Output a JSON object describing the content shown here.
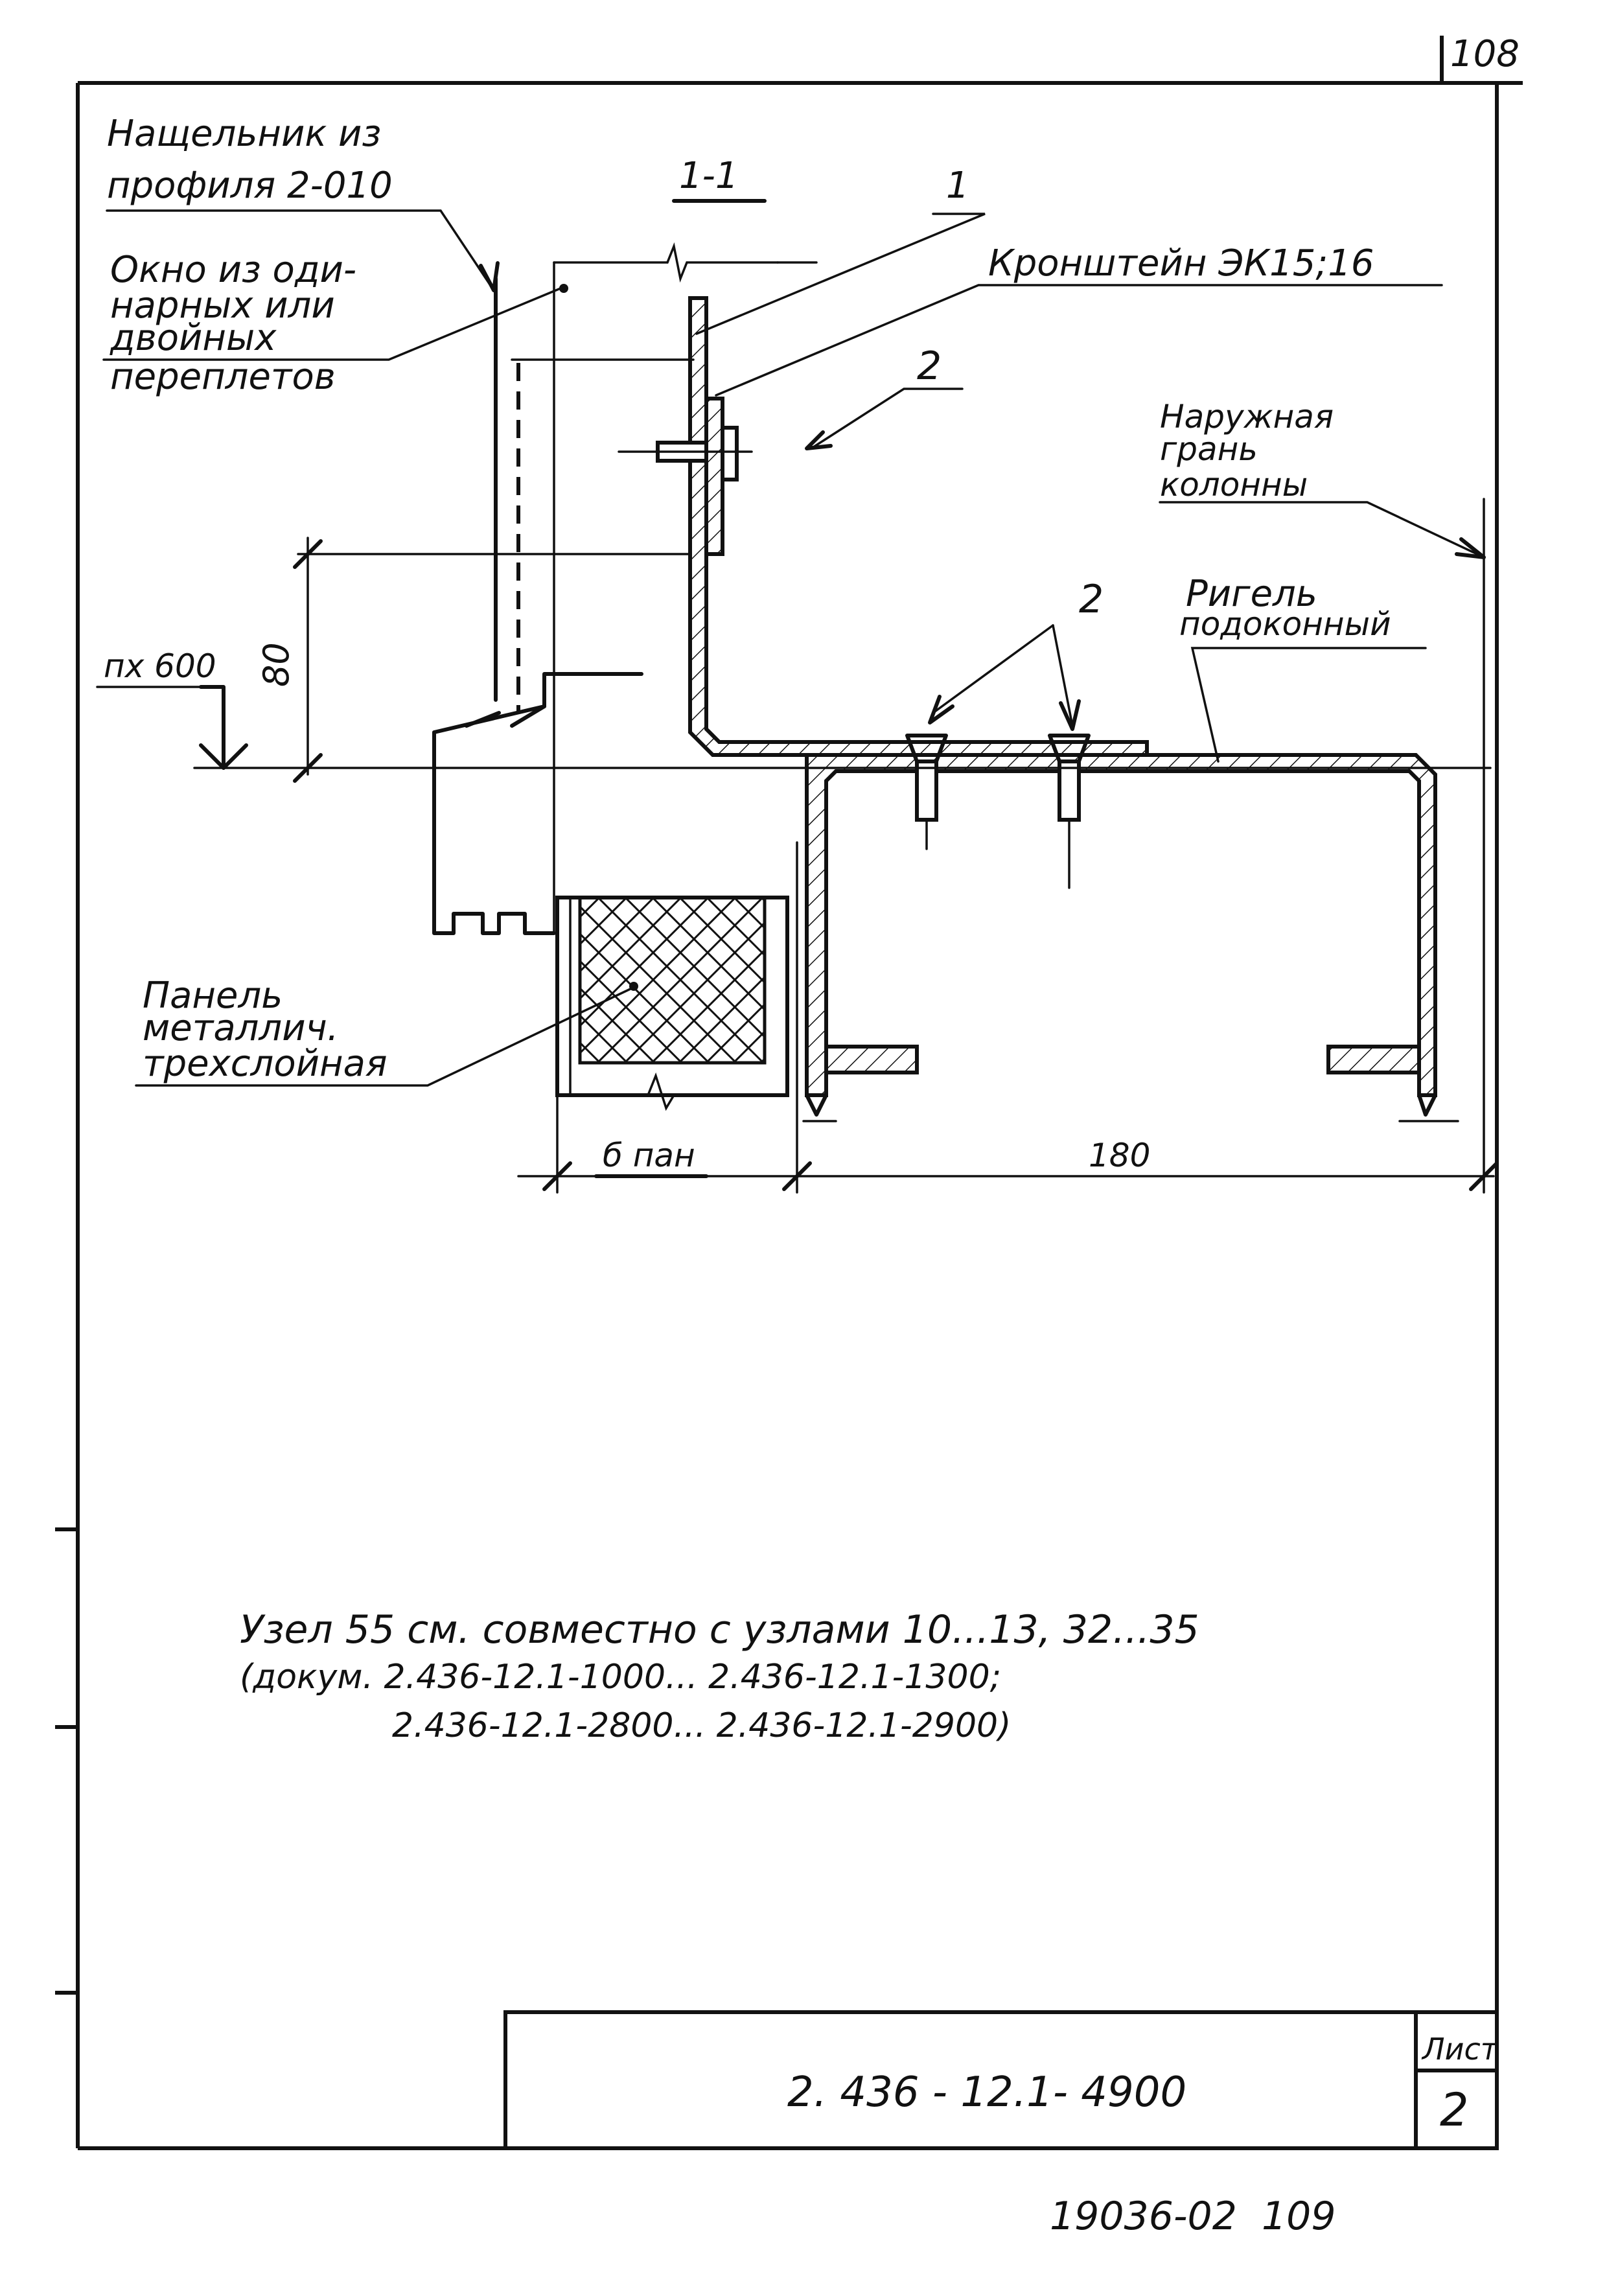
{
  "sheet_page_number": "108",
  "section_label": "1-1",
  "callouts": {
    "naschelnik_line1": "Нащельник из",
    "naschelnik_line2": "профиля 2-010",
    "okno_line1": "Окно из оди-",
    "okno_line2": "нарных или",
    "okno_line3": "двойных",
    "okno_line4": "переплетов",
    "item_1": "1",
    "bracket": "Кронштейн ЭК15;16",
    "item_2_top": "2",
    "outer_face_line1": "Наружная",
    "outer_face_line2": "грань",
    "outer_face_line3": "колонны",
    "item_2_bolts": "2",
    "girder_line1": "Ригель",
    "girder_line2": "подоконный",
    "level_mark": "пх 600",
    "panel_line1": "Панель",
    "panel_line2": "металлич.",
    "panel_line3": "трехслойная"
  },
  "dimensions": {
    "vertical_80": "80",
    "panel_width": "б пан",
    "girder_width": "180"
  },
  "note": {
    "line1": "Узел 55 см. совместно с узлами 10...13, 32...35",
    "line2": "(докум. 2.436-12.1-1000... 2.436-12.1-1300;",
    "line3": "2.436-12.1-2800... 2.436-12.1-2900)"
  },
  "title_block": {
    "document_code": "2. 436 - 12.1- 4900",
    "sheet_label": "Лист",
    "sheet_number": "2"
  },
  "bottom_stamp": "19036-02  109"
}
